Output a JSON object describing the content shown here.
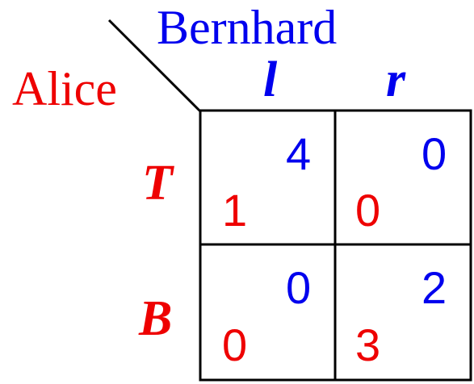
{
  "colors": {
    "column_player": "#0000ee",
    "row_player": "#ee0000",
    "lines": "#000000"
  },
  "column_player": {
    "name": "Bernhard",
    "strategies": [
      "l",
      "r"
    ]
  },
  "row_player": {
    "name": "Alice",
    "strategies": [
      "T",
      "B"
    ]
  },
  "payoffs": {
    "T": {
      "l": {
        "row": "1",
        "col": "4"
      },
      "r": {
        "row": "0",
        "col": "0"
      }
    },
    "B": {
      "l": {
        "row": "0",
        "col": "0"
      },
      "r": {
        "row": "3",
        "col": "2"
      }
    }
  }
}
